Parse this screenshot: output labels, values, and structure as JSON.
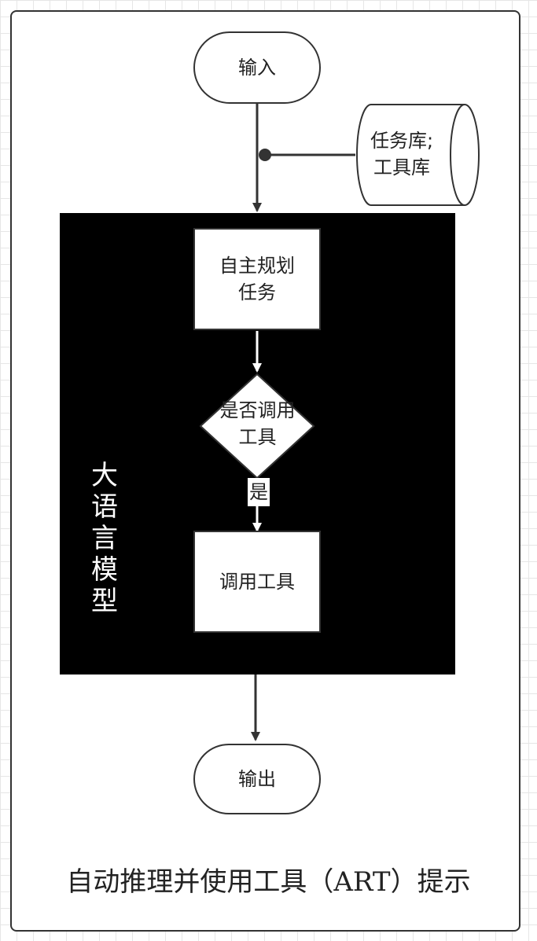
{
  "nodes": {
    "input": "输入",
    "database": "任务库;\n工具库",
    "plan": "自主规划\n任务",
    "decision": "是否调用\n工具",
    "yes": "是",
    "call_tool": "调用工具",
    "output": "输出"
  },
  "llm_label": "大\n语\n言\n模\n型",
  "caption": "自动推理并使用工具（ART）提示"
}
